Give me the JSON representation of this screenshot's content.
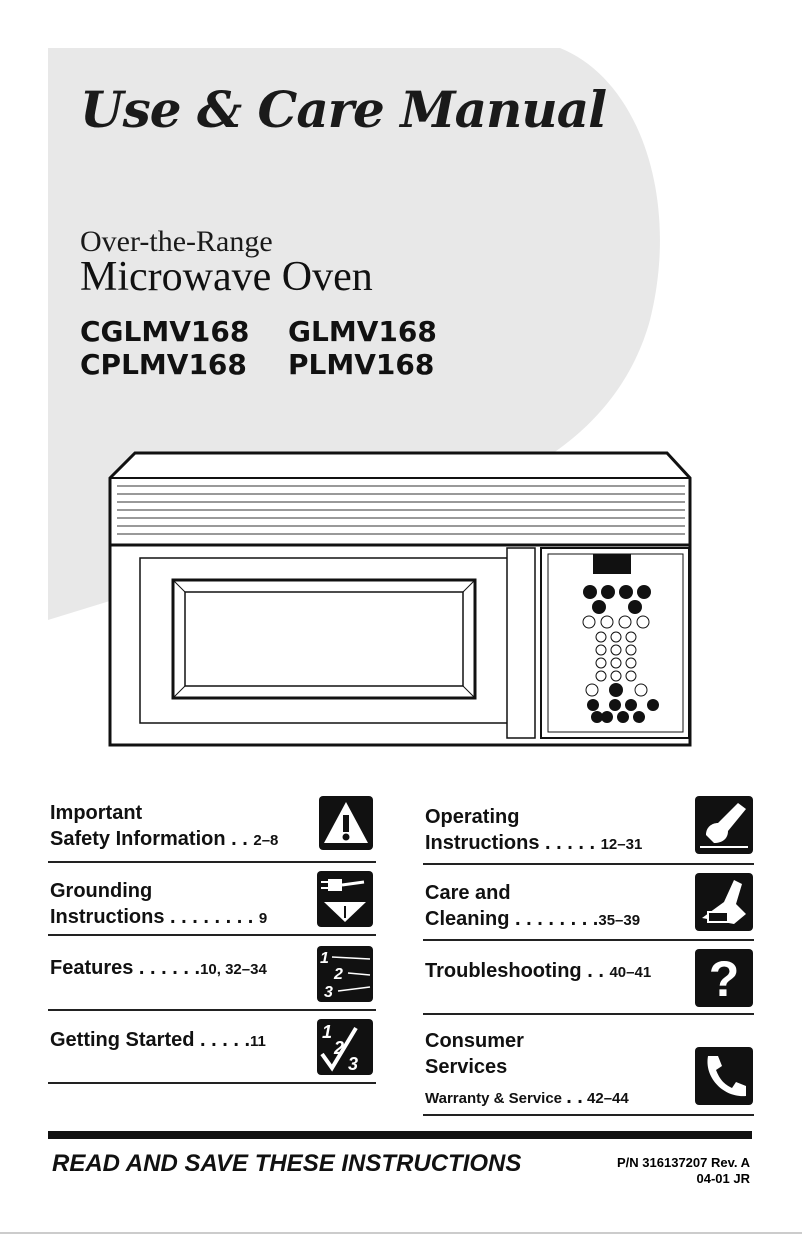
{
  "cover": {
    "title": "Use & Care Manual",
    "subtitle": "Over-the-Range",
    "product": "Microwave Oven",
    "models": [
      "CGLMV168",
      "GLMV168",
      "CPLMV168",
      "PLMV168"
    ]
  },
  "contents": {
    "left": [
      {
        "line1": "Important",
        "line2": "Safety Information",
        "dots": " . .",
        "pages": "2–8",
        "icon": "warning-icon"
      },
      {
        "line1": "Grounding",
        "line2": "Instructions",
        "dots": " . . . . . . . .",
        "pages": "9",
        "icon": "plug-grounding-icon"
      },
      {
        "line1": "",
        "line2": "Features",
        "dots": " . . . . . .",
        "pages": "10, 32–34",
        "icon": "numbered-steps-icon"
      },
      {
        "line1": "",
        "line2": "Getting Started",
        "dots": " . . . . .",
        "pages": "11",
        "icon": "checklist-icon"
      }
    ],
    "right": [
      {
        "line1": "Operating",
        "line2": "Instructions",
        "dots": " . . . . .",
        "pages": "12–31",
        "icon": "finger-touch-icon"
      },
      {
        "line1": "Care and",
        "line2": "Cleaning",
        "dots": " . . . . . . . .",
        "pages": "35–39",
        "icon": "cleaning-hand-icon"
      },
      {
        "line1": "",
        "line2": "Troubleshooting",
        "dots": " . .",
        "pages": "40–41",
        "icon": "question-icon"
      },
      {
        "line1": "Consumer",
        "line2": "Services",
        "line3": "Warranty & Service",
        "dots": " . .",
        "pages": "42–44",
        "icon": "telephone-icon"
      }
    ]
  },
  "footer": {
    "instruction": "READ AND SAVE THESE INSTRUCTIONS",
    "part_number": "P/N 316137207 Rev. A",
    "date_code": "04-01 JR"
  }
}
